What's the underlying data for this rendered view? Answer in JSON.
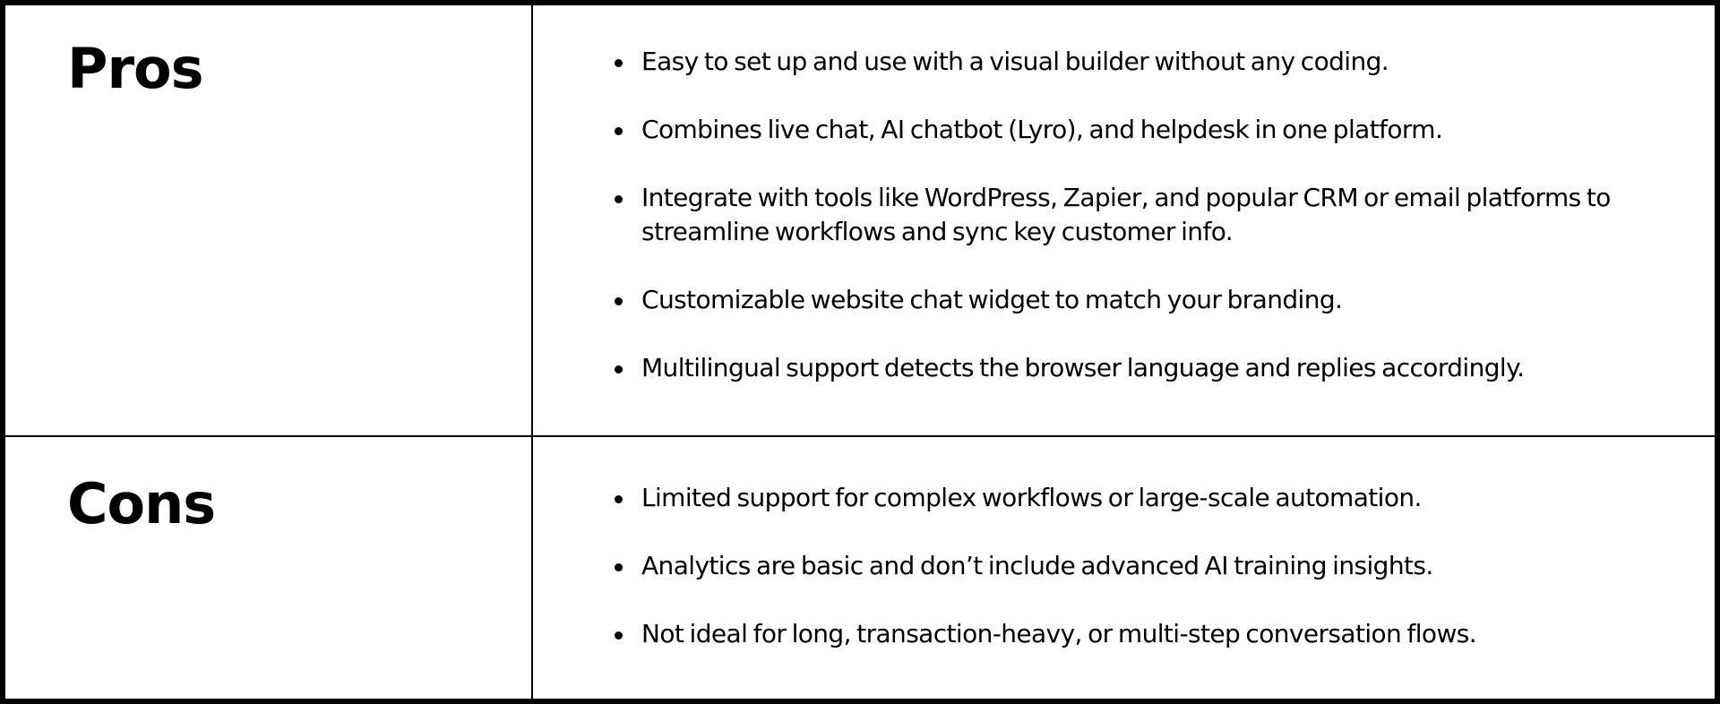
{
  "pros": {
    "heading": "Pros",
    "items": [
      "Easy to set up and use with a visual builder without any coding.",
      "Combines live chat, AI chatbot (Lyro), and helpdesk in one platform.",
      "Integrate with tools like WordPress, Zapier, and popular CRM or email platforms to streamline workflows and sync key customer info.",
      "Customizable website chat widget to match your branding.",
      "Multilingual support detects the browser language and replies accordingly."
    ]
  },
  "cons": {
    "heading": "Cons",
    "items": [
      "Limited support for complex workflows or large-scale automation.",
      "Analytics are basic and don’t include advanced AI training insights.",
      "Not ideal for long, transaction-heavy, or multi-step conversation flows."
    ]
  },
  "colors": {
    "text": "#000000",
    "border": "#000000",
    "background": "#ffffff"
  }
}
